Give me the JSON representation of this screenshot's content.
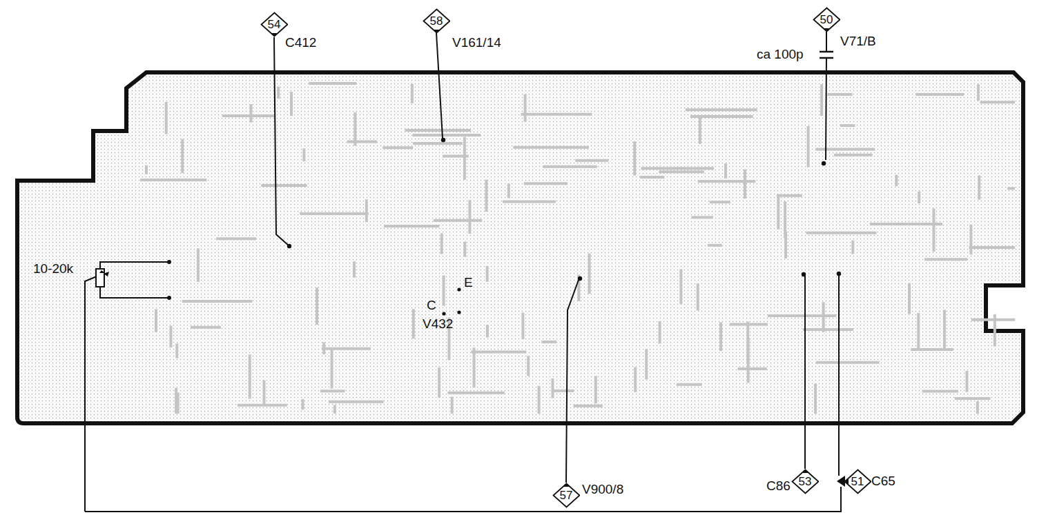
{
  "diagram": {
    "nodes": [
      {
        "text": [
          "54"
        ]
      },
      {
        "text": [
          "58"
        ]
      },
      {
        "text": [
          "50"
        ]
      },
      {
        "text": [
          "57"
        ]
      },
      {
        "text": [
          "53"
        ]
      },
      {
        "text": [
          "51"
        ]
      }
    ],
    "labels": [
      "C412",
      "V161/14",
      "V71/B",
      "ca 100p",
      "10-20k",
      "E",
      "C",
      "V432",
      "V900/8",
      "C86",
      "C65"
    ]
  }
}
